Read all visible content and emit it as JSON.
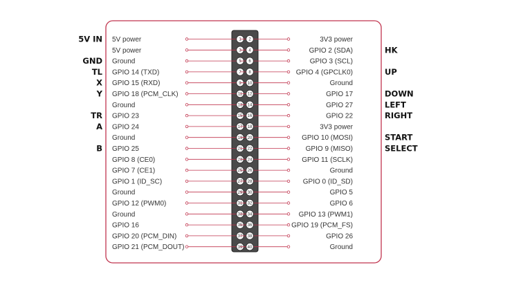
{
  "colors": {
    "frame": "#c0334d",
    "connector": "#c0334d",
    "header_fill": "#4a4a4a",
    "pin_fill": "#ffffff",
    "text": "#333333",
    "key_text": "#111111"
  },
  "header": {
    "left_pins": [
      {
        "num": "1",
        "label": "5V power"
      },
      {
        "num": "3",
        "label": "5V power"
      },
      {
        "num": "5",
        "label": "Ground"
      },
      {
        "num": "7",
        "label": "GPIO 14 (TXD)"
      },
      {
        "num": "9",
        "label": "GPIO 15 (RXD)"
      },
      {
        "num": "11",
        "label": "GPIO 18 (PCM_CLK)"
      },
      {
        "num": "13",
        "label": "Ground"
      },
      {
        "num": "15",
        "label": "GPIO 23"
      },
      {
        "num": "17",
        "label": "GPIO 24"
      },
      {
        "num": "19",
        "label": "Ground"
      },
      {
        "num": "21",
        "label": "GPIO 25"
      },
      {
        "num": "23",
        "label": "GPIO 8 (CE0)"
      },
      {
        "num": "25",
        "label": "GPIO 7 (CE1)"
      },
      {
        "num": "27",
        "label": "GPIO 1 (ID_SC)"
      },
      {
        "num": "29",
        "label": "Ground"
      },
      {
        "num": "31",
        "label": "GPIO 12 (PWM0)"
      },
      {
        "num": "33",
        "label": "Ground"
      },
      {
        "num": "35",
        "label": "GPIO 16"
      },
      {
        "num": "37",
        "label": "GPIO 20 (PCM_DIN)"
      },
      {
        "num": "39",
        "label": "GPIO 21 (PCM_DOUT)"
      }
    ],
    "right_pins": [
      {
        "num": "2",
        "label": "3V3 power"
      },
      {
        "num": "4",
        "label": "GPIO 2 (SDA)"
      },
      {
        "num": "6",
        "label": "GPIO 3 (SCL)"
      },
      {
        "num": "8",
        "label": "GPIO 4 (GPCLK0)"
      },
      {
        "num": "10",
        "label": "Ground"
      },
      {
        "num": "12",
        "label": "GPIO 17"
      },
      {
        "num": "14",
        "label": "GPIO 27"
      },
      {
        "num": "16",
        "label": "GPIO 22"
      },
      {
        "num": "18",
        "label": "3V3 power"
      },
      {
        "num": "20",
        "label": "GPIO 10 (MOSI)"
      },
      {
        "num": "22",
        "label": "GPIO 9 (MISO)"
      },
      {
        "num": "24",
        "label": "GPIO 11 (SCLK)"
      },
      {
        "num": "26",
        "label": "Ground"
      },
      {
        "num": "28",
        "label": "GPIO 0 (ID_SD)"
      },
      {
        "num": "30",
        "label": "GPIO 5"
      },
      {
        "num": "32",
        "label": "GPIO 6"
      },
      {
        "num": "34",
        "label": "GPIO 13 (PWM1)"
      },
      {
        "num": "36",
        "label": "GPIO 19 (PCM_FS)"
      },
      {
        "num": "38",
        "label": "GPIO 26"
      },
      {
        "num": "40",
        "label": "Ground"
      }
    ]
  },
  "left_keys": [
    {
      "text": "5V IN",
      "row": 0
    },
    {
      "text": "GND",
      "row": 2
    },
    {
      "text": "TL",
      "row": 3
    },
    {
      "text": "X",
      "row": 4
    },
    {
      "text": "Y",
      "row": 5
    },
    {
      "text": "TR",
      "row": 7
    },
    {
      "text": "A",
      "row": 8
    },
    {
      "text": "B",
      "row": 10
    }
  ],
  "right_keys": [
    {
      "text": "HK",
      "row": 1
    },
    {
      "text": "UP",
      "row": 3
    },
    {
      "text": "DOWN",
      "row": 5
    },
    {
      "text": "LEFT",
      "row": 6
    },
    {
      "text": "RIGHT",
      "row": 7
    },
    {
      "text": "START",
      "row": 9
    },
    {
      "text": "SELECT",
      "row": 10
    }
  ]
}
